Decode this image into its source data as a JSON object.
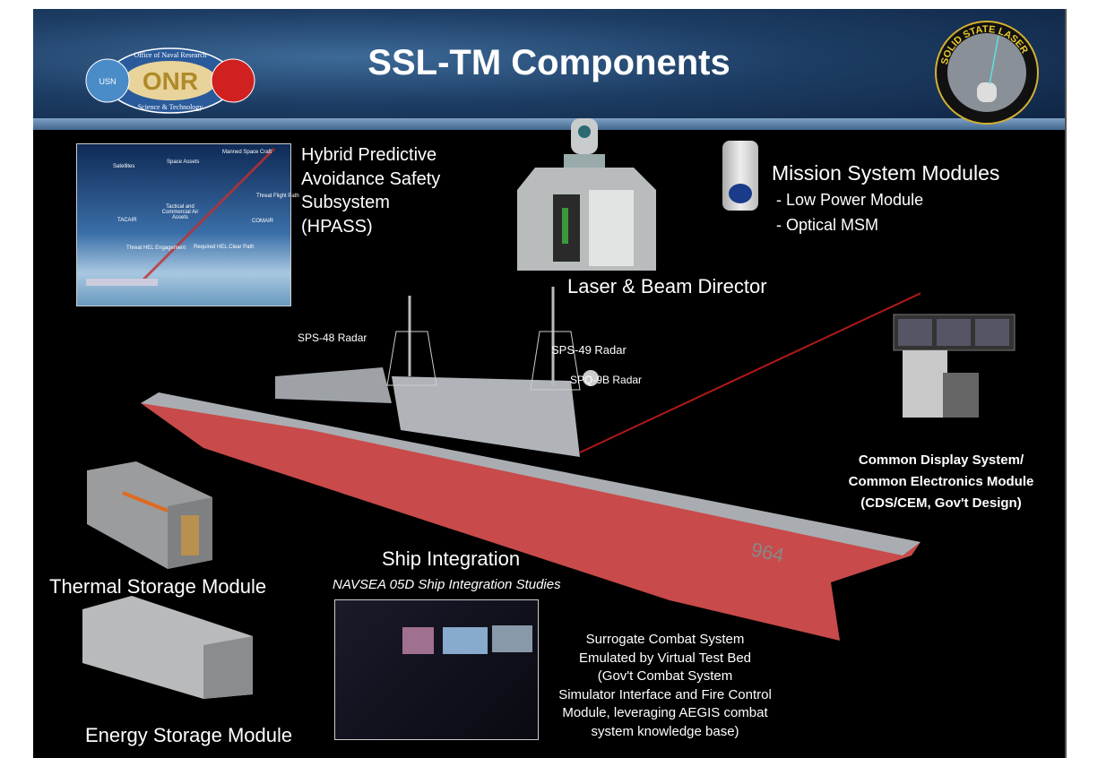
{
  "title": "SSL-TM Components",
  "logos": {
    "onr": {
      "top_text": "Office of Naval Research",
      "center_text": "ONR",
      "bottom_text": "Science & Technology",
      "left_seal": "USN"
    },
    "ssl": {
      "ring_text": "SOLID STATE LASER"
    }
  },
  "hpass": {
    "lines": [
      "Hybrid Predictive",
      "Avoidance Safety",
      "Subsystem",
      "(HPASS)"
    ],
    "inset_labels": [
      "Satellites",
      "Space Assets",
      "Manned Space Craft",
      "Threat Flight Path",
      "TACAIR",
      "Tactical and Commercial Air Assets",
      "COMAIR",
      "Threat HEL Engagement",
      "Required HEL Clear Path"
    ]
  },
  "laser": {
    "label": "Laser  & Beam Director"
  },
  "msm": {
    "title": "Mission System Modules",
    "items": [
      "- Low Power Module",
      "- Optical MSM"
    ]
  },
  "radars": [
    "SPS-48 Radar",
    "SPS-49 Radar",
    "SPQ-9B Radar"
  ],
  "ship": {
    "hull_number": "964"
  },
  "cds": {
    "lines": [
      "Common Display System/",
      "Common Electronics Module",
      "(CDS/CEM, Gov't Design)"
    ]
  },
  "thermal": {
    "label": "Thermal Storage Module"
  },
  "energy": {
    "label": "Energy Storage Module"
  },
  "integration": {
    "title": "Ship Integration",
    "subtitle": "NAVSEA 05D Ship Integration Studies"
  },
  "surrogate": {
    "lines": [
      "Surrogate Combat System",
      "Emulated by Virtual Test Bed",
      "(Gov't Combat System",
      "Simulator Interface and Fire Control",
      "Module, leveraging AEGIS combat",
      "system knowledge base)"
    ]
  },
  "colors": {
    "hull_red": "#c84a4a",
    "ship_gray": "#a9adb2",
    "laser_beam": "#b01818"
  }
}
